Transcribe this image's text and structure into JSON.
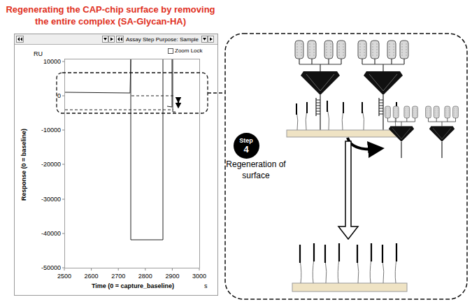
{
  "diagram": {
    "title": "Regenerating the CAP-chip surface by removing the entire complex (SA-Glycan-HA)",
    "nodes": [
      {
        "text": [
          "Step",
          "4"
        ]
      }
    ],
    "labels": [
      "Assay Step Purpose: Sample",
      "Zoom Lock",
      "RU",
      "10000",
      "0",
      "-10000",
      "-20000",
      "-30000",
      "-40000",
      "-50000",
      "Response (0 = baseline)",
      "2500",
      "2600",
      "2700",
      "2800",
      "2900",
      "3000",
      "Time (0 = capture_baseline)",
      "s",
      "Regeneration of surface"
    ]
  }
}
